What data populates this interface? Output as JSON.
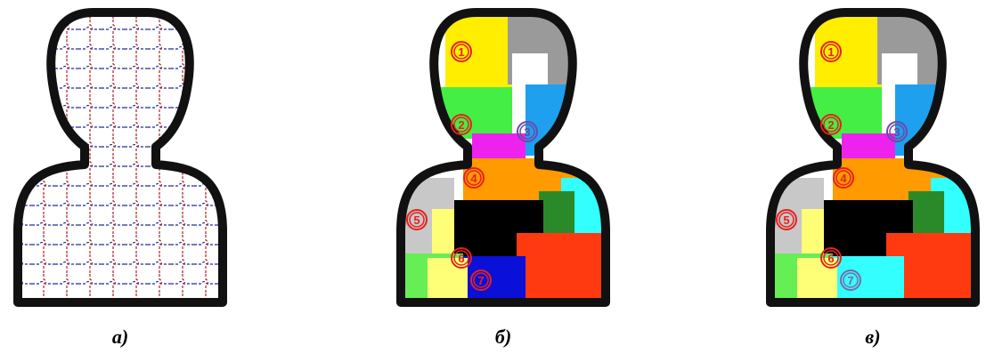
{
  "panels": [
    {
      "id": "a",
      "caption": "а)",
      "markers": []
    },
    {
      "id": "b",
      "caption": "б)",
      "markers": [
        {
          "label": "1",
          "color": "#e8201c"
        },
        {
          "label": "2",
          "color": "#e8201c"
        },
        {
          "label": "3",
          "color": "#6a4aa8"
        },
        {
          "label": "4",
          "color": "#e8201c"
        },
        {
          "label": "5",
          "color": "#e8201c"
        },
        {
          "label": "6",
          "color": "#e8201c"
        },
        {
          "label": "7",
          "color": "#e8201c"
        }
      ]
    },
    {
      "id": "v",
      "caption": "в)",
      "markers": [
        {
          "label": "1",
          "color": "#e8201c"
        },
        {
          "label": "2",
          "color": "#e8201c"
        },
        {
          "label": "3",
          "color": "#6a4aa8"
        },
        {
          "label": "4",
          "color": "#e8201c"
        },
        {
          "label": "5",
          "color": "#e8201c"
        },
        {
          "label": "6",
          "color": "#e8201c"
        },
        {
          "label": "7",
          "color": "#7a6aa8"
        }
      ]
    }
  ],
  "colors": {
    "outline": "#111111",
    "piece_yellow": "#ffee00",
    "piece_gray": "#9a9a9a",
    "piece_green": "#44ee44",
    "piece_blue": "#1ea0ee",
    "piece_magenta": "#ee22ee",
    "piece_orange": "#ff9a00",
    "piece_cyan": "#33ffff",
    "piece_lightgray": "#c8c8c8",
    "piece_paleyellow": "#ffff77",
    "piece_darkgreen": "#2a8a2a",
    "piece_red": "#ff3a10",
    "piece_navy": "#0a10d8",
    "piece_lime": "#66ee55",
    "piece_black": "#000000"
  }
}
